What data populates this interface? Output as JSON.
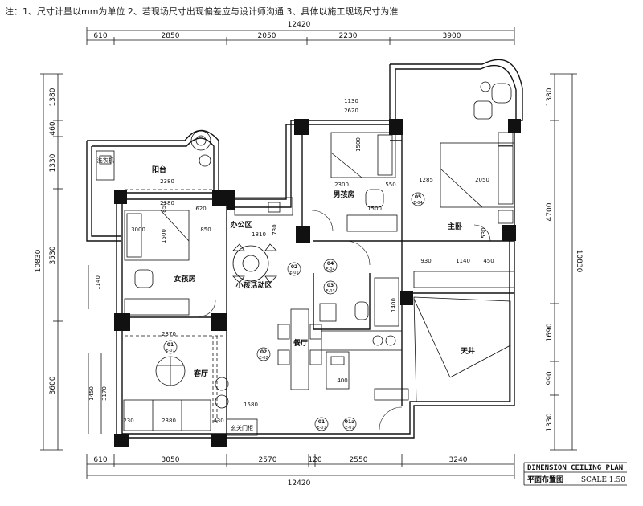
{
  "note": "注：1、尺寸计量以mm为单位 2、若现场尺寸出现偏差应与设计师沟通 3、具体以施工现场尺寸为准",
  "dims": {
    "top_total": "12420",
    "top": [
      "610",
      "2850",
      "2050",
      "2230",
      "3900"
    ],
    "bottom_total": "12420",
    "bottom": [
      "610",
      "3050",
      "2570",
      "120",
      "2550",
      "3240"
    ],
    "left_total": "10830",
    "left": [
      "1380",
      "460",
      "1330",
      "3530",
      "3600"
    ],
    "right_total": "10830",
    "right": [
      "1380",
      "4700",
      "1690",
      "990",
      "1330"
    ],
    "inner": {
      "d1130": "1130",
      "d2620": "2620",
      "d1500a": "1500",
      "d2300": "2300",
      "d550": "550",
      "d1500b": "1500",
      "d1285": "1285",
      "d2050": "2050",
      "d530": "530",
      "d2380a": "2380",
      "d850": "850",
      "d620": "620",
      "d3000": "3000",
      "d1500c": "1500",
      "d2380b": "2380",
      "d850b": "850",
      "d1810": "1810",
      "d730": "730",
      "d1140": "1140",
      "d930": "930",
      "d1140b": "1140",
      "d450": "450",
      "d1400": "1400",
      "d2370": "2370",
      "d1450": "1450",
      "d3170": "3170",
      "d1580": "1580",
      "d230": "230",
      "d2380c": "2380",
      "d430": "430",
      "d400": "400"
    }
  },
  "rooms": {
    "balcony": "阳台",
    "girl_room": "女孩房",
    "boy_room": "男孩房",
    "office": "办公区",
    "kids_area": "小孩活动区",
    "master": "主卧",
    "dining": "餐厅",
    "living": "客厅",
    "skylight": "天井",
    "washer": "洗衣机",
    "shoe_cab": "玄关门柜"
  },
  "tags": [
    {
      "top": "05",
      "bot": "E-04"
    },
    {
      "top": "02",
      "bot": "E-02"
    },
    {
      "top": "04",
      "bot": "E-04"
    },
    {
      "top": "03",
      "bot": "E-03"
    },
    {
      "top": "01",
      "bot": "E-01"
    },
    {
      "top": "02",
      "bot": "E-02"
    },
    {
      "top": "01",
      "bot": "E-01"
    },
    {
      "top": "01a",
      "bot": "E-01"
    }
  ],
  "title_block": {
    "title": "DIMENSION CEILING PLAN",
    "subtitle": "平面布置图",
    "scale": "SCALE  1:50"
  },
  "colors": {
    "line": "#111111",
    "wall": "#1a1a1a"
  }
}
